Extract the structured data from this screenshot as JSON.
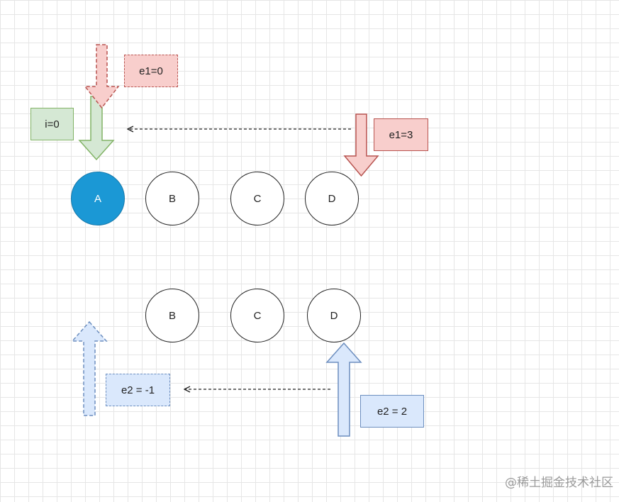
{
  "labels": {
    "e1_start": "e1=0",
    "i_start": "i=0",
    "e1_end": "e1=3",
    "e2_start": "e2 = -1",
    "e2_end": "e2 = 2"
  },
  "old_nodes": [
    "A",
    "B",
    "C",
    "D"
  ],
  "new_nodes": [
    "B",
    "C",
    "D"
  ],
  "watermark": "@稀土掘金技术社区",
  "colors": {
    "red_fill": "#f8cecc",
    "red_stroke": "#b85450",
    "green_fill": "#d5e8d4",
    "green_stroke": "#82b366",
    "blue_fill": "#dae8fc",
    "blue_stroke": "#6c8ebf",
    "active_node": "#1b98d5"
  }
}
